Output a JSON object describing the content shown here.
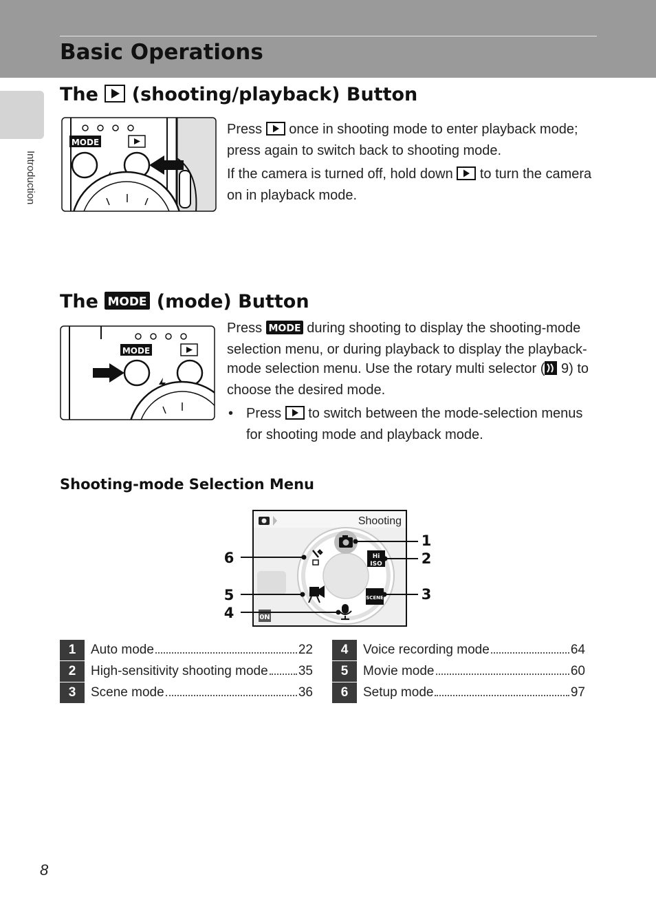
{
  "chapter": {
    "title": "Basic Operations",
    "side_tab": "Introduction"
  },
  "section_playback": {
    "title_pre": "The",
    "title_post": "(shooting/playback) Button",
    "paragraph1": [
      "Press",
      "once in shooting mode to enter playback mode; press again to switch back to shooting mode."
    ],
    "paragraph2": [
      "If the camera is turned off, hold down",
      "to turn the camera on in playback mode."
    ],
    "illustration": {
      "mode_badge": "MODE"
    }
  },
  "section_mode": {
    "title_pre": "The",
    "title_badge": "MODE",
    "title_post": "(mode) Button",
    "paragraph": [
      "Press",
      "MODE",
      "during shooting to display the shooting-mode selection menu, or during playback to display the playback-mode selection menu. Use the rotary multi selector (",
      "9) to choose the desired mode."
    ],
    "bullet": [
      "Press",
      "to switch between the mode-selection menus for shooting mode and playback mode."
    ],
    "illustration": {
      "mode_badge": "MODE"
    }
  },
  "shooting_menu": {
    "title": "Shooting-mode Selection Menu",
    "screen": {
      "header_text": "Shooting",
      "hi_badge": "Hi",
      "iso_badge": "ISO",
      "scene_badge": "SCENE",
      "corner_badge": "0N"
    },
    "callouts": [
      "1",
      "2",
      "3",
      "4",
      "5",
      "6"
    ],
    "legend_left": [
      {
        "num": "1",
        "label": "Auto mode",
        "page": "22"
      },
      {
        "num": "2",
        "label": "High-sensitivity shooting mode",
        "page": "35"
      },
      {
        "num": "3",
        "label": "Scene mode",
        "page": "36"
      }
    ],
    "legend_right": [
      {
        "num": "4",
        "label": "Voice recording mode",
        "page": "64"
      },
      {
        "num": "5",
        "label": "Movie mode",
        "page": "60"
      },
      {
        "num": "6",
        "label": "Setup mode",
        "page": "97"
      }
    ]
  },
  "page_number": "8",
  "colors": {
    "header_band": "#9a9a9a",
    "side_tab": "#d4d4d4",
    "legend_number": "#3a3a3a"
  },
  "icons": [
    "play-icon",
    "mode-badge-icon",
    "menu-ref-icon"
  ]
}
